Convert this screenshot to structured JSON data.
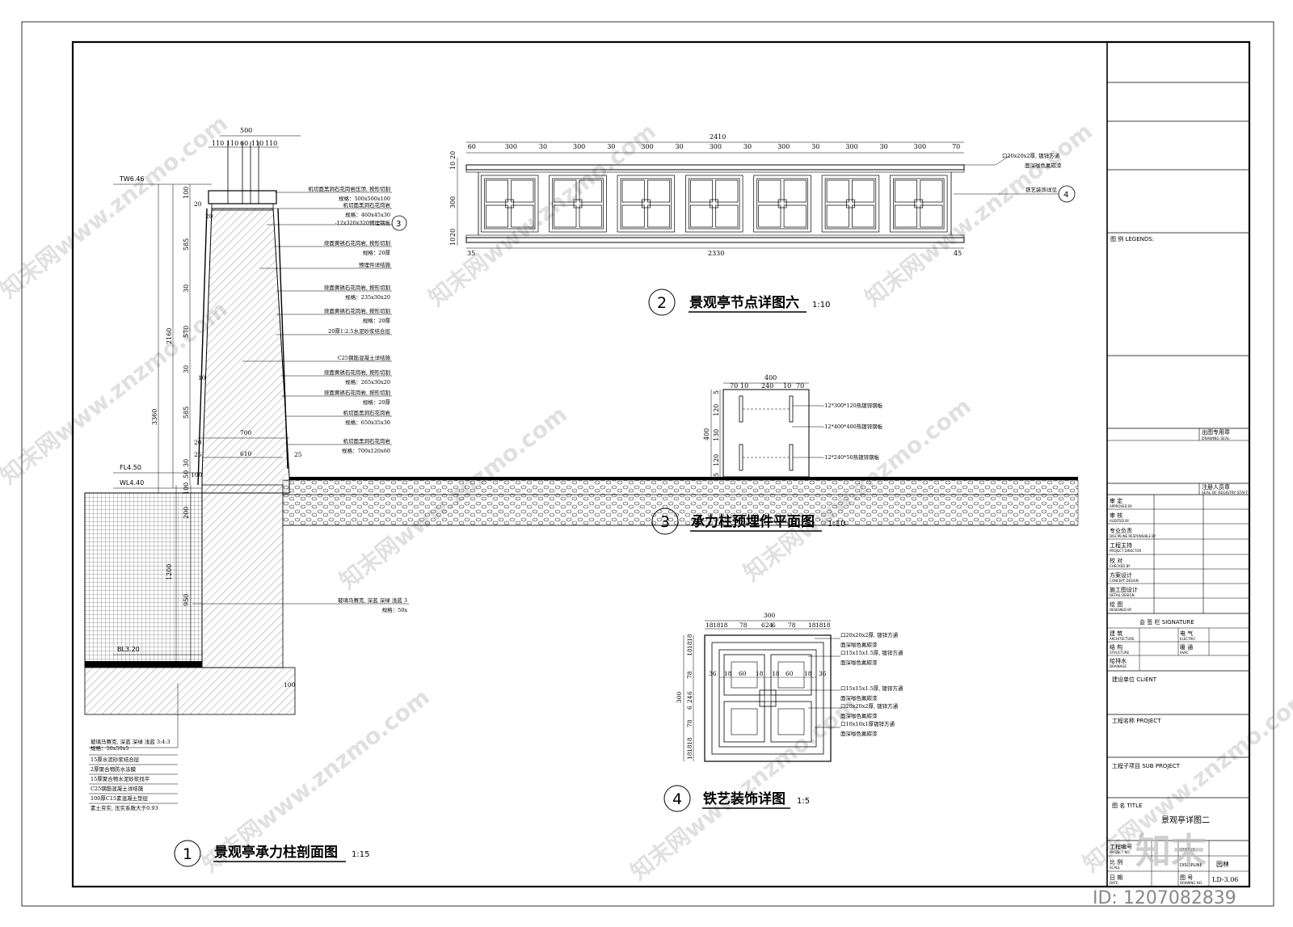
{
  "sheet": {
    "id_label": "ID: 1207082839",
    "watermark": "知末网www.znzmo.com",
    "logo_text": "知末"
  },
  "title_block": {
    "legends": "图  例  LEGENDS:",
    "drawing_seal_cn": "出图专用章",
    "drawing_seal_en": "DRAWING SEAL",
    "registry_cn": "注册人员章",
    "registry_en": "SEAL OF REGISTRY STAFF",
    "roles": [
      {
        "cn": "审    定",
        "en": "APPROVED BY"
      },
      {
        "cn": "审    核",
        "en": "AUDITED BY"
      },
      {
        "cn": "专业负责",
        "en": "DISCIPLINE RESPONSIBLE BY"
      },
      {
        "cn": "工程主持",
        "en": "PROJECT DIRECTOR"
      },
      {
        "cn": "校    对",
        "en": "CHECKED BY"
      },
      {
        "cn": "方案设计",
        "en": "CONCEPT DESIGN"
      },
      {
        "cn": "施工图设计",
        "en": "DETAIL DESIGN"
      },
      {
        "cn": "绘    图",
        "en": "DESIGNED BY"
      }
    ],
    "signature": "会     签     栏   SIGNATURE",
    "sig_cells": [
      {
        "cn": "建    筑",
        "en": "ARCHITECTURE"
      },
      {
        "cn": "电    气",
        "en": "ELECTRIC"
      },
      {
        "cn": "结    构",
        "en": "STRUCTURE"
      },
      {
        "cn": "暖    通",
        "en": "HVAC"
      },
      {
        "cn": "给排水",
        "en": "DRAINAGE"
      }
    ],
    "client": "建设单位  CLIENT",
    "project": "工程名称  PROJECT",
    "sub_project": "工程子项目  SUB PROJECT",
    "title_label": "图    名  TITLE",
    "title_value": "景观亭详图二",
    "project_no": "工程编号",
    "project_no_en": "PROJECT NO.",
    "status_en": "STATUS",
    "scale": "比    例",
    "scale_en": "SCALE",
    "discipline_en": "DISCIPLINE",
    "discipline_value": "园林",
    "date": "日    期",
    "date_en": "DATE",
    "drawing_no": "图    号",
    "drawing_no_en": "DRAWING NO.",
    "drawing_no_value": "LD-3.06"
  },
  "detail1": {
    "num": "1",
    "title": "景观亭承力柱剖面图",
    "scale": "1:15",
    "elevations": [
      "TW6.46",
      "FL4.50",
      "WL4.40",
      "BL3.20"
    ],
    "top_dims": {
      "total": "500",
      "parts": [
        "110",
        "110",
        "60",
        "110",
        "110"
      ]
    },
    "left_dims": [
      "100",
      "585",
      "30",
      "570",
      "30",
      "585",
      "2160",
      "3360",
      "30",
      "50",
      "100",
      "200",
      "1200",
      "950"
    ],
    "small_dims": [
      "20",
      "20",
      "10",
      "20",
      "25",
      "25",
      "100",
      "100"
    ],
    "width_dims": [
      "700",
      "610"
    ],
    "callouts": [
      "机切面黑洞石花岗岩压顶, 按形切割",
      "规格：500x500x100",
      "机切面黑洞石花岗岩",
      "规格：460x45x30",
      "-12x320x320预埋钢板",
      "烧面黄锈石花岗岩, 按形切割",
      "规格：20厚",
      "预埋件详结施",
      "烧面黄锈石花岗岩, 按形切割",
      "规格：235x30x20",
      "烧面黄锈石花岗岩, 按形切割",
      "规格：20厚",
      "20厚1:2.5水泥砂浆结合层",
      "C25钢筋混凝土详结施",
      "烧面黄锈石花岗岩, 按形切割",
      "规格：265x30x20",
      "烧面黄锈石花岗岩, 按形切割",
      "规格：20厚",
      "机切面黑洞石花岗岩",
      "规格：650x35x30",
      "机切面黑洞石花岗岩",
      "规格：700x120x60",
      "玻璃马赛克, 深蓝 深绿 浅蓝 3",
      "规格：50x"
    ],
    "ref_mark": "3",
    "layers": [
      "玻璃马赛克, 深蓝 深绿 浅蓝 3:4:3",
      "规格：50x50x5",
      "15厚水泥砂浆结合层",
      "2厚聚合物防水涂膜",
      "15厚聚合物水泥砂浆找平",
      "C25钢筋混凝土详结施",
      "100厚C15素混凝土垫层",
      "素土夯实, 压实系数大于0.93"
    ]
  },
  "detail2": {
    "num": "2",
    "title": "景观亭节点详图六",
    "scale": "1:10",
    "total": "2410",
    "bottom_total": "2330",
    "top_dims": [
      "60",
      "300",
      "30",
      "300",
      "30",
      "300",
      "30",
      "300",
      "30",
      "300",
      "30",
      "300",
      "30",
      "300",
      "70"
    ],
    "left_dims": [
      "20",
      "10",
      "300",
      "20",
      "10"
    ],
    "end_dims": [
      "35",
      "45"
    ],
    "callouts": [
      "口20x20x2厚, 镀锌方通",
      "面深咖色氟碳漆",
      "铁艺装饰详见"
    ],
    "ref_mark": "4"
  },
  "detail3": {
    "num": "3",
    "title": "承力柱预埋件平面图",
    "scale": "1:10",
    "top_dims": {
      "total": "400",
      "parts": [
        "70",
        "10",
        "240",
        "10",
        "70"
      ]
    },
    "left_dims": [
      "400",
      "120",
      "130",
      "120",
      "5",
      "5"
    ],
    "callouts": [
      "-12*300*120热镀锌钢板",
      "-12*400*400热镀锌钢板",
      "-12*240*50热镀锌钢板"
    ]
  },
  "detail4": {
    "num": "4",
    "title": "铁艺装饰详图",
    "scale": "1:5",
    "top_dims": {
      "total": "300",
      "parts": [
        "18",
        "18",
        "18",
        "78",
        "6",
        "24",
        "6",
        "78",
        "18",
        "18",
        "18"
      ]
    },
    "left_dims": [
      "300",
      "18",
      "18",
      "18",
      "78",
      "6",
      "24",
      "6",
      "78",
      "18",
      "18",
      "18"
    ],
    "inner_dims": [
      "36",
      "18",
      "60",
      "18",
      "18",
      "60",
      "18",
      "36"
    ],
    "callouts": [
      "口20x20x2厚, 镀锌方通",
      "面深咖色氟碳漆",
      "口15x15x1.5厚, 镀锌方通",
      "面深咖色氟碳漆",
      "口15x15x1.5厚, 镀锌方通",
      "面深咖色氟碳漆",
      "口20x20x2厚, 镀锌方通",
      "面深咖色氟碳漆",
      "口10x10x1厚镀锌方通",
      "面深咖色氟碳漆"
    ]
  }
}
